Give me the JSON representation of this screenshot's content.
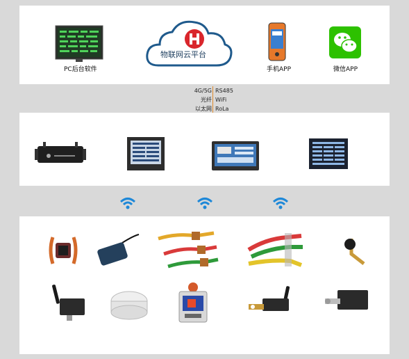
{
  "top": {
    "pc_label": "PC后台软件",
    "cloud_label": "物联网云平台",
    "phone_label": "手机APP",
    "wechat_label": "微信APP"
  },
  "connectivity": {
    "left": [
      "4G/5G",
      "光纤",
      "以太网"
    ],
    "right": [
      "RS485",
      "WiFi",
      "RoLa"
    ]
  },
  "colors": {
    "background": "#d9d9d9",
    "panel": "#ffffff",
    "cloud_stroke": "#1f5a8c",
    "logo_red": "#d9262c",
    "wechat_green": "#2dc100",
    "wifi_blue": "#1e88d8",
    "divider_orange": "#e08a2a"
  }
}
